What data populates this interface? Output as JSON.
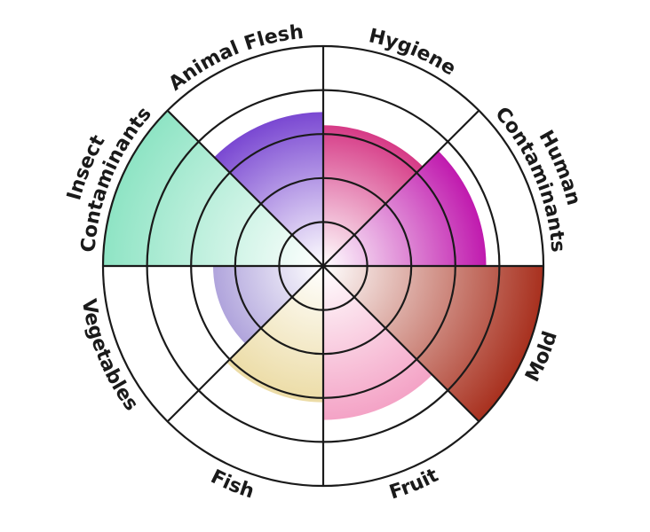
{
  "chart_data": {
    "type": "polar-area",
    "title": "",
    "rmax": 5,
    "rings": [
      1,
      2,
      3,
      4,
      5
    ],
    "categories": [
      "Hygiene",
      "Human Contaminants",
      "Mold",
      "Fruit",
      "Fish",
      "Vegetables",
      "Insect Contaminants",
      "Animal Flesh"
    ],
    "label_lines": [
      [
        "Hygiene"
      ],
      [
        "Human",
        "Contaminants"
      ],
      [
        "Mold"
      ],
      [
        "Fruit"
      ],
      [
        "Fish"
      ],
      [
        "Vegetables"
      ],
      [
        "Insect",
        "Contaminants"
      ],
      [
        "Animal Flesh"
      ]
    ],
    "values": [
      3.2,
      3.7,
      5,
      3.5,
      3.1,
      2.5,
      5,
      3.5
    ],
    "colors": [
      "#d63a86",
      "#c01aae",
      "#a8301e",
      "#f4a3c6",
      "#ecdca6",
      "#b0a4dc",
      "#8ee4c4",
      "#7a48d2"
    ]
  }
}
